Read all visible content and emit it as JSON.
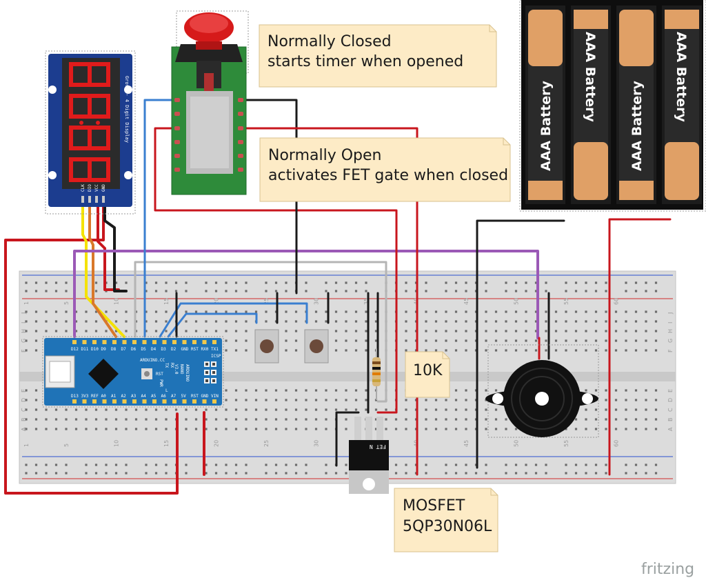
{
  "notes": {
    "normally_closed": [
      "Normally Closed",
      "starts timer when opened"
    ],
    "normally_open": [
      "Normally Open",
      "activates FET gate when closed"
    ],
    "resistor": "10K",
    "mosfet": [
      "MOSFET",
      "5QP30N06L"
    ]
  },
  "display_module": {
    "label": "Grove - 4 Digit Display",
    "pins": [
      "CLK",
      "DIO",
      "VCC",
      "GND"
    ]
  },
  "arduino": {
    "brand": "ARDUINO.CC",
    "model": [
      "ARDUINO",
      "NANO",
      "V3.0"
    ],
    "top_pins": [
      "D12",
      "D11",
      "D10",
      "D9",
      "D8",
      "D7",
      "D6",
      "D5",
      "D4",
      "D3",
      "D2",
      "GND",
      "RST",
      "RX0",
      "TX1"
    ],
    "bottom_pins": [
      "D13",
      "3V3",
      "REF",
      "A0",
      "A1",
      "A2",
      "A3",
      "A4",
      "A5",
      "A6",
      "A7",
      "5V",
      "RST",
      "GND",
      "VIN"
    ],
    "labels": [
      "ICSP",
      "RST",
      "PWR",
      "TX",
      "RX",
      "L"
    ]
  },
  "batteries": [
    "AAA Battery",
    "AAA Battery",
    "AAA Battery",
    "AAA Battery"
  ],
  "mosfet_part": "FET N",
  "breadboard": {
    "column_numbers": [
      "1",
      "5",
      "10",
      "15",
      "20",
      "25",
      "30",
      "35",
      "40",
      "45",
      "50",
      "55",
      "60"
    ],
    "row_letters": [
      "A",
      "B",
      "C",
      "D",
      "E",
      "F",
      "G",
      "H",
      "I",
      "J"
    ]
  },
  "watermark": "fritzing",
  "colors": {
    "note_fill": "#fdebc6",
    "wire_red": "#c8161d",
    "wire_black": "#1a1a1a",
    "wire_blue": "#3a7fd0",
    "wire_purple": "#9b59b6",
    "wire_yellow": "#f4e200",
    "wire_orange": "#d9782a",
    "arduino_blue": "#1f73b7",
    "display_blue": "#1c3d8f",
    "button_red": "#d61a1a",
    "battery_gold": "#e0a066"
  }
}
